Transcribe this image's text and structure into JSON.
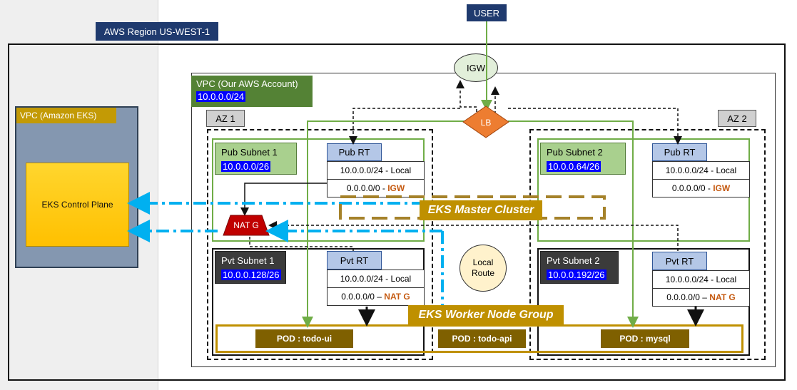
{
  "user_label": "USER",
  "region_label": "AWS Region US-WEST-1",
  "vpc_eks": {
    "label": "VPC (Amazon EKS)",
    "control_plane": "EKS Control Plane"
  },
  "vpc_ours": {
    "label": "VPC (Our AWS Account)",
    "cidr": "10.0.0.0/24"
  },
  "igw": "IGW",
  "lb": "LB",
  "az1": "AZ 1",
  "az2": "AZ 2",
  "pub_subnet_1": {
    "name": "Pub Subnet 1",
    "cidr": "10.0.0.0/26"
  },
  "pub_subnet_2": {
    "name": "Pub Subnet 2",
    "cidr": "10.0.0.64/26"
  },
  "pvt_subnet_1": {
    "name": "Pvt Subnet 1",
    "cidr": "10.0.0.128/26"
  },
  "pvt_subnet_2": {
    "name": "Pvt Subnet 2",
    "cidr": "10.0.0.192/26"
  },
  "pub_rt": {
    "title": "Pub RT",
    "row1": "10.0.0.0/24 - Local",
    "row2_prefix": "0.0.0.0/0 - ",
    "row2_target": "IGW"
  },
  "pvt_rt": {
    "title": "Pvt RT",
    "row1": "10.0.0.0/24 - Local",
    "row2_prefix": "0.0.0.0/0 – ",
    "row2_target": "NAT G"
  },
  "nat": "NAT G",
  "local_route": "Local Route",
  "master_cluster": "EKS Master Cluster",
  "worker_group": "EKS Worker Node Group",
  "pods": {
    "todo_ui": "POD : todo-ui",
    "todo_api": "POD : todo-api",
    "mysql": "POD : mysql"
  },
  "colors": {
    "navy": "#1f3a6e",
    "vpc_green": "#548235",
    "subnet_green": "#a9d08e",
    "gold": "#bf9000",
    "pod_brown": "#7f6000",
    "arrow_blue": "#00b0f0",
    "lb_orange": "#ed7d31",
    "nat_red": "#c00000"
  }
}
